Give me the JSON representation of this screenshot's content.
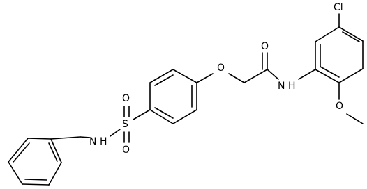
{
  "structure": {
    "atoms": {
      "chlorine": "Cl",
      "carbonyl_oxygen": "O",
      "amide_nitrogen": "N",
      "amide_hydrogen": "H",
      "ether_oxygen": "O",
      "methoxy_oxygen": "O",
      "sulfur": "S",
      "sulfonyl_oxygen_top": "O",
      "sulfonyl_oxygen_bottom": "O",
      "sulfonamide_nitrogen": "N",
      "sulfonamide_hydrogen": "H"
    }
  }
}
